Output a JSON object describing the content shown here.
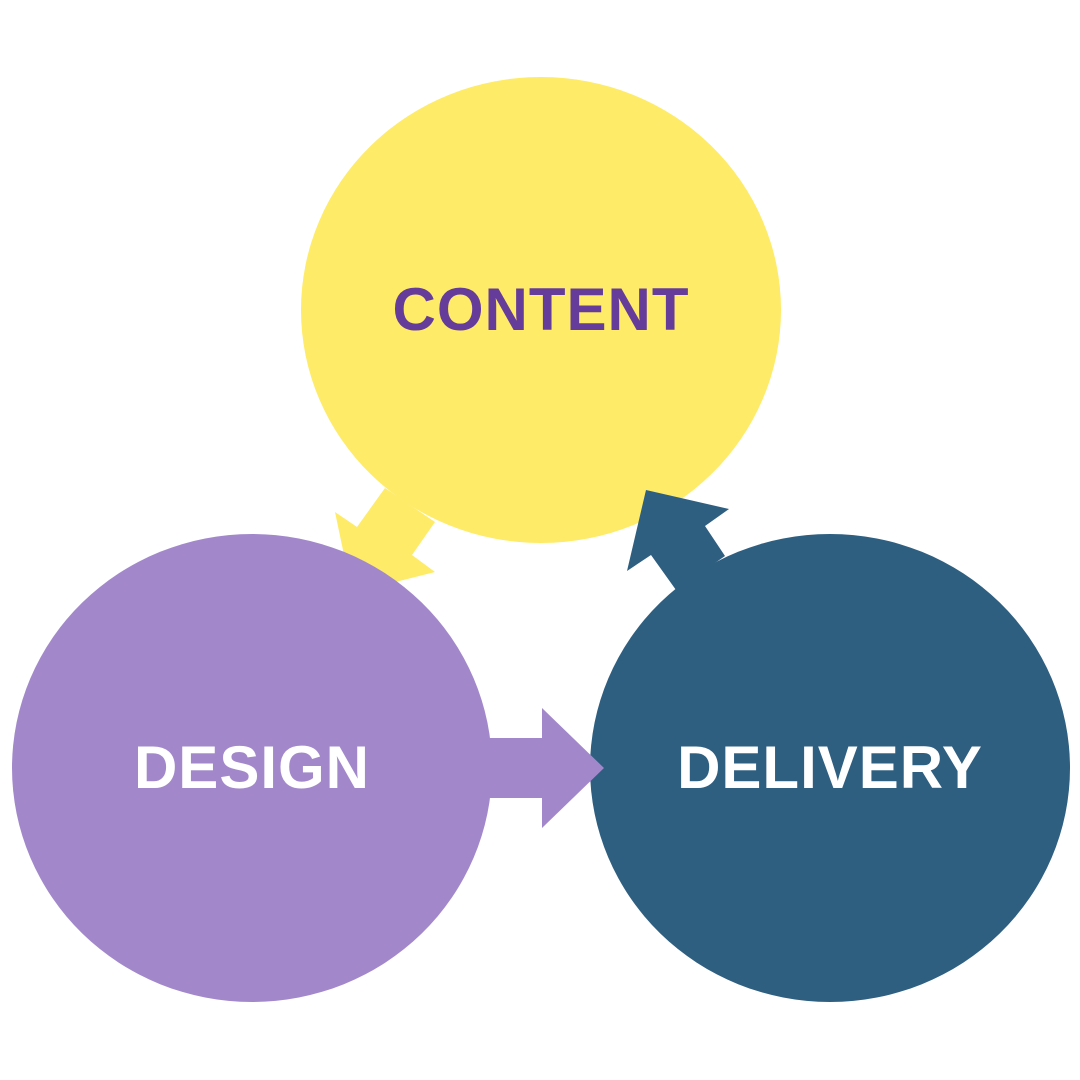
{
  "diagram": {
    "nodes": [
      {
        "id": "content",
        "label": "CONTENT",
        "fill": "#FEEB68",
        "text_color": "#653C9A"
      },
      {
        "id": "design",
        "label": "DESIGN",
        "fill": "#A288CA",
        "text_color": "#FFFFFF"
      },
      {
        "id": "delivery",
        "label": "DELIVERY",
        "fill": "#2E5F80",
        "text_color": "#FFFFFF"
      }
    ],
    "edges": [
      {
        "from": "content",
        "to": "design",
        "color": "#FEEB68"
      },
      {
        "from": "design",
        "to": "delivery",
        "color": "#A288CA"
      },
      {
        "from": "delivery",
        "to": "content",
        "color": "#2E5F80"
      }
    ],
    "background": "#FFFFFF"
  }
}
